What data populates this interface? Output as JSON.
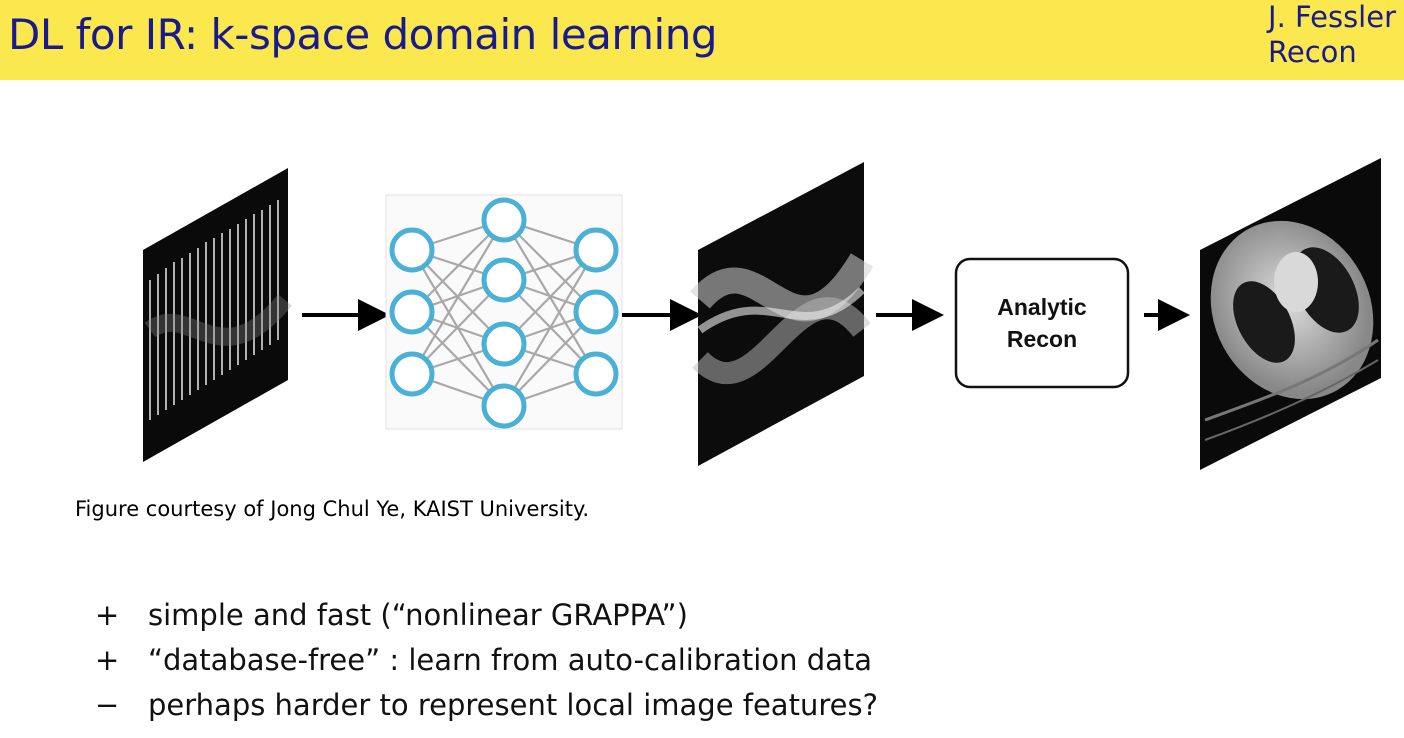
{
  "header": {
    "title": "DL for IR: k-space domain learning",
    "author_line1": "J. Fessler",
    "author_line2": "Recon"
  },
  "figure": {
    "box_label_line1": "Analytic",
    "box_label_line2": "Recon",
    "caption": "Figure courtesy of Jong Chul Ye, KAIST University."
  },
  "bullets": [
    {
      "symbol": "+",
      "text": "simple and fast (“nonlinear GRAPPA”)"
    },
    {
      "symbol": "+",
      "text": "“database-free” : learn from auto-calibration data"
    },
    {
      "symbol": "−",
      "text": "perhaps harder to represent local image features?"
    }
  ],
  "colors": {
    "header_bg": "#fbe84f",
    "title_text": "#1a1a8c",
    "node_stroke": "#4bb0d6"
  }
}
